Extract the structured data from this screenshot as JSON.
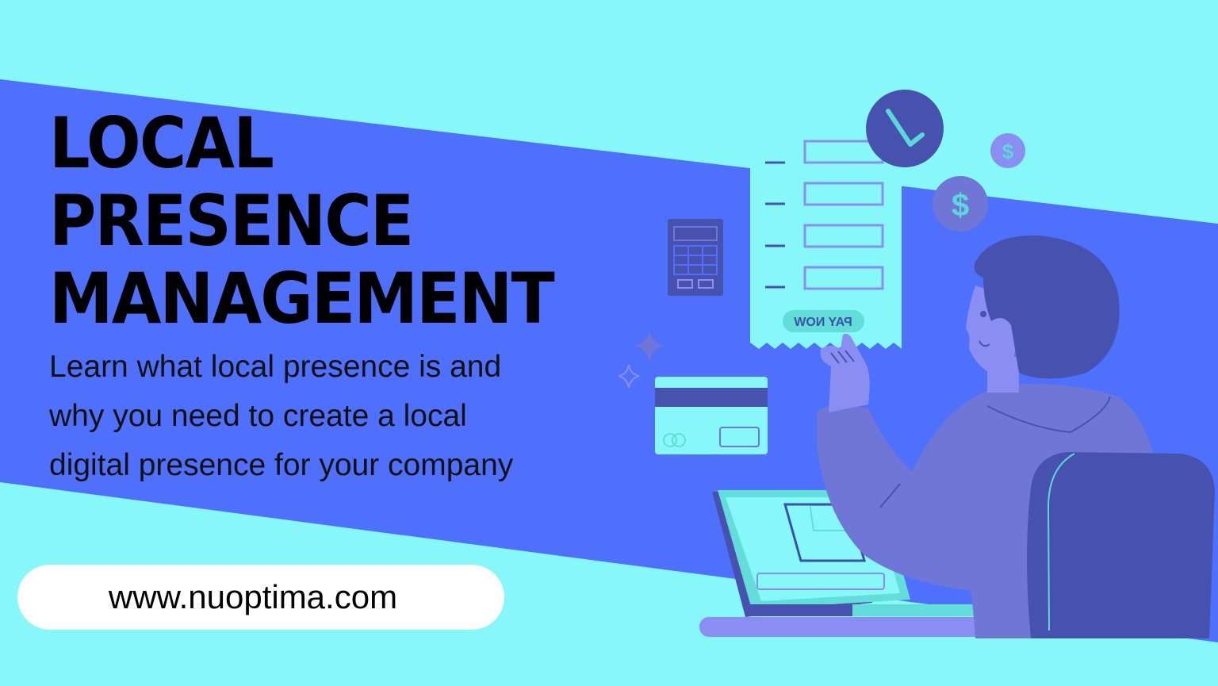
{
  "banner": {
    "title_lines": [
      "LOCAL",
      "PRESENCE",
      "MANAGEMENT"
    ],
    "subtitle_lines": [
      "Learn what local presence is and",
      "why you need to create a local",
      "digital presence for your company"
    ],
    "url": "www.nuoptima.com"
  },
  "illustration": {
    "receipt_button_label": "PAY NOW",
    "receipt_button_mirrored": true,
    "icons": [
      "clock-icon",
      "dollar-coin-icon",
      "dollar-coin-icon",
      "calculator-icon",
      "credit-card-icon",
      "sparkle-icon",
      "laptop-icon",
      "person-icon",
      "chair-icon"
    ]
  },
  "colors": {
    "background_cyan": "#86F8FA",
    "band_blue": "#4F6FFD",
    "dark_indigo": "#4652AE",
    "violet": "#7076D6",
    "light_violet": "#8A8EF2",
    "text": "#000000",
    "pill_bg": "#FFFFFF"
  }
}
